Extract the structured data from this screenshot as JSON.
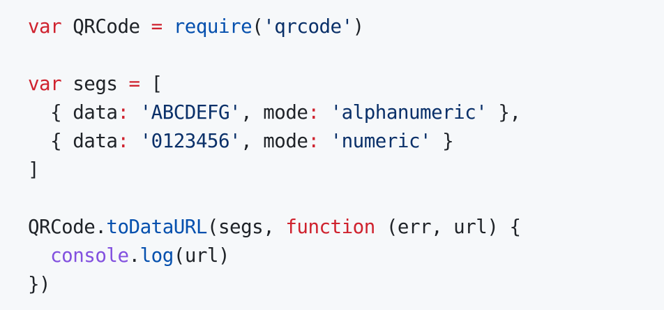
{
  "colors": {
    "background": "#f6f8fa",
    "keyword": "#cf222e",
    "function": "#0550ae",
    "string": "#0a3069",
    "builtin": "#8250df",
    "plain": "#1f2328"
  },
  "code": {
    "language": "javascript",
    "lines": [
      [
        {
          "t": "kw",
          "v": "var"
        },
        {
          "t": "pl",
          "v": " QRCode "
        },
        {
          "t": "kw",
          "v": "="
        },
        {
          "t": "pl",
          "v": " "
        },
        {
          "t": "fn",
          "v": "require"
        },
        {
          "t": "pl",
          "v": "("
        },
        {
          "t": "str",
          "v": "'qrcode'"
        },
        {
          "t": "pl",
          "v": ")"
        }
      ],
      [],
      [
        {
          "t": "kw",
          "v": "var"
        },
        {
          "t": "pl",
          "v": " segs "
        },
        {
          "t": "kw",
          "v": "="
        },
        {
          "t": "pl",
          "v": " ["
        }
      ],
      [
        {
          "t": "pl",
          "v": "  { data"
        },
        {
          "t": "kw",
          "v": ":"
        },
        {
          "t": "pl",
          "v": " "
        },
        {
          "t": "str",
          "v": "'ABCDEFG'"
        },
        {
          "t": "pl",
          "v": ", mode"
        },
        {
          "t": "kw",
          "v": ":"
        },
        {
          "t": "pl",
          "v": " "
        },
        {
          "t": "str",
          "v": "'alphanumeric'"
        },
        {
          "t": "pl",
          "v": " },"
        }
      ],
      [
        {
          "t": "pl",
          "v": "  { data"
        },
        {
          "t": "kw",
          "v": ":"
        },
        {
          "t": "pl",
          "v": " "
        },
        {
          "t": "str",
          "v": "'0123456'"
        },
        {
          "t": "pl",
          "v": ", mode"
        },
        {
          "t": "kw",
          "v": ":"
        },
        {
          "t": "pl",
          "v": " "
        },
        {
          "t": "str",
          "v": "'numeric'"
        },
        {
          "t": "pl",
          "v": " }"
        }
      ],
      [
        {
          "t": "pl",
          "v": "]"
        }
      ],
      [],
      [
        {
          "t": "pl",
          "v": "QRCode."
        },
        {
          "t": "fn",
          "v": "toDataURL"
        },
        {
          "t": "pl",
          "v": "(segs, "
        },
        {
          "t": "kw",
          "v": "function"
        },
        {
          "t": "pl",
          "v": " (err, url) {"
        }
      ],
      [
        {
          "t": "pl",
          "v": "  "
        },
        {
          "t": "obj",
          "v": "console"
        },
        {
          "t": "pl",
          "v": "."
        },
        {
          "t": "fn",
          "v": "log"
        },
        {
          "t": "pl",
          "v": "(url)"
        }
      ],
      [
        {
          "t": "pl",
          "v": "})"
        }
      ]
    ]
  }
}
